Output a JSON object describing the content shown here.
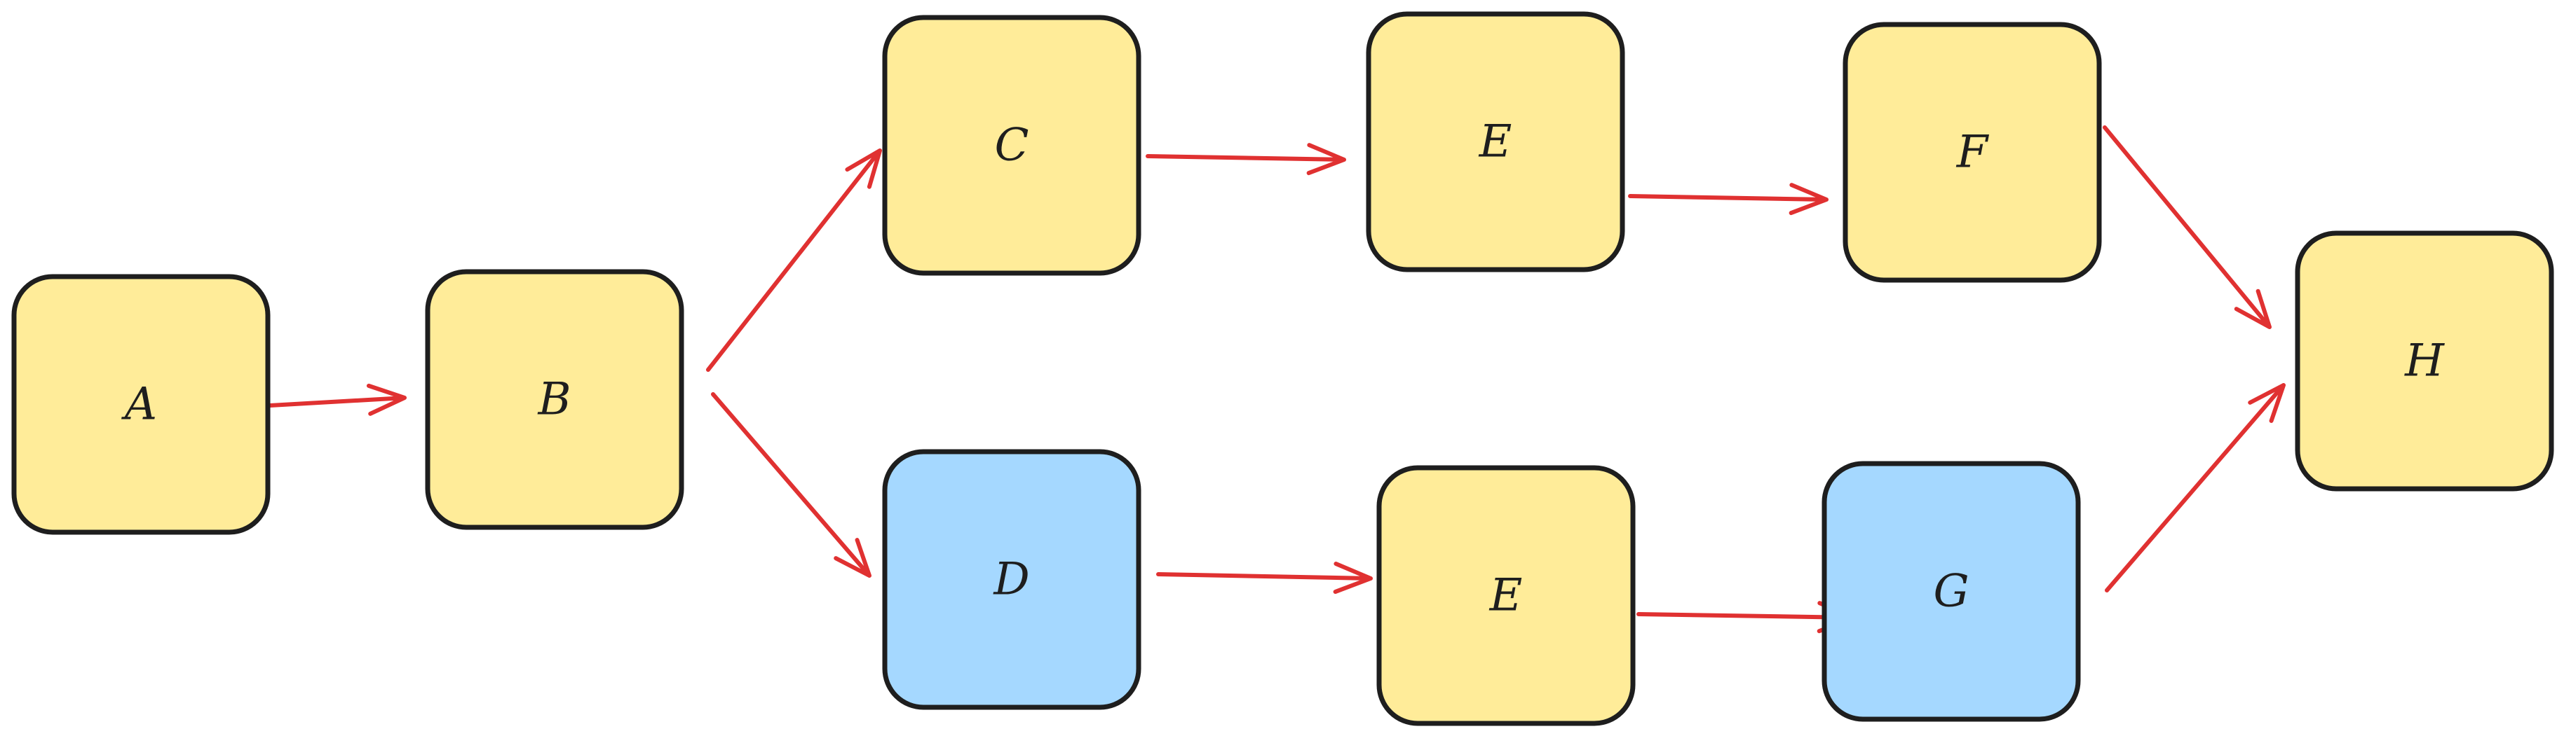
{
  "colors": {
    "stroke": "#1e1e1e",
    "arrow": "#e03131",
    "yellow": "#ffec99",
    "blue": "#a5d8ff"
  },
  "nodes": [
    {
      "id": "A",
      "label": "A",
      "fill": "yellow"
    },
    {
      "id": "B",
      "label": "B",
      "fill": "yellow"
    },
    {
      "id": "C",
      "label": "C",
      "fill": "yellow"
    },
    {
      "id": "E1",
      "label": "E",
      "fill": "yellow"
    },
    {
      "id": "F",
      "label": "F",
      "fill": "yellow"
    },
    {
      "id": "H",
      "label": "H",
      "fill": "yellow"
    },
    {
      "id": "D",
      "label": "D",
      "fill": "blue"
    },
    {
      "id": "E2",
      "label": "E",
      "fill": "yellow"
    },
    {
      "id": "G",
      "label": "G",
      "fill": "blue"
    }
  ],
  "edges": [
    {
      "from": "A",
      "to": "B"
    },
    {
      "from": "B",
      "to": "C"
    },
    {
      "from": "B",
      "to": "D"
    },
    {
      "from": "C",
      "to": "E1"
    },
    {
      "from": "E1",
      "to": "F"
    },
    {
      "from": "F",
      "to": "H"
    },
    {
      "from": "D",
      "to": "E2"
    },
    {
      "from": "E2",
      "to": "G"
    },
    {
      "from": "G",
      "to": "H"
    }
  ]
}
